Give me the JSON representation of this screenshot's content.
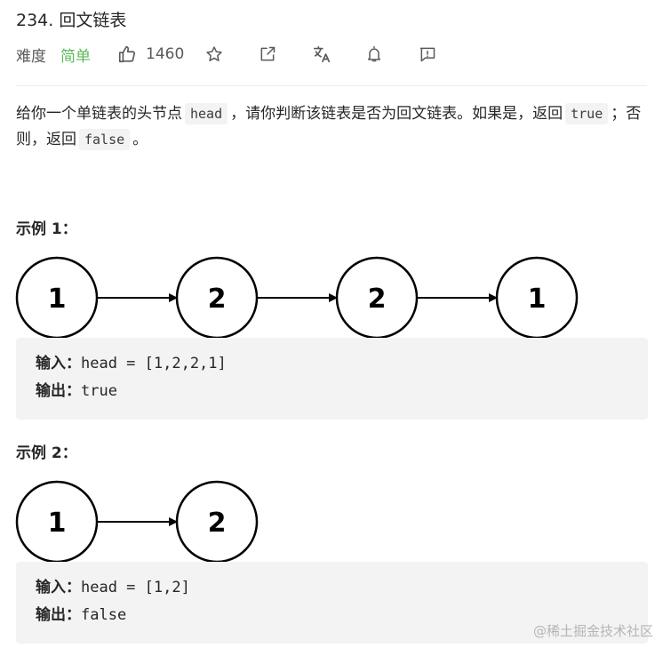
{
  "problem": {
    "title": "234. 回文链表",
    "difficulty_label": "难度",
    "difficulty": "简单",
    "likes": "1460",
    "toolbar_icons": [
      "thumbs-up-icon",
      "star-icon",
      "share-icon",
      "translate-icon",
      "bell-icon",
      "feedback-icon"
    ]
  },
  "description": {
    "text1": "给你一个单链表的头节点",
    "code1": "head",
    "text2": "，请你判断该链表是否为回文链表。如果是，返回",
    "code2": "true",
    "text3": "；否则，返回",
    "code3": "false",
    "text4": "。"
  },
  "examples": [
    {
      "title": "示例 1：",
      "nodes": [
        "1",
        "2",
        "2",
        "1"
      ],
      "input_label": "输入：",
      "input_value": "head = [1,2,2,1]",
      "output_label": "输出：",
      "output_value": "true"
    },
    {
      "title": "示例 2：",
      "nodes": [
        "1",
        "2"
      ],
      "input_label": "输入：",
      "input_value": "head = [1,2]",
      "output_label": "输出：",
      "output_value": "false"
    }
  ],
  "watermark": "@稀土掘金技术社区"
}
